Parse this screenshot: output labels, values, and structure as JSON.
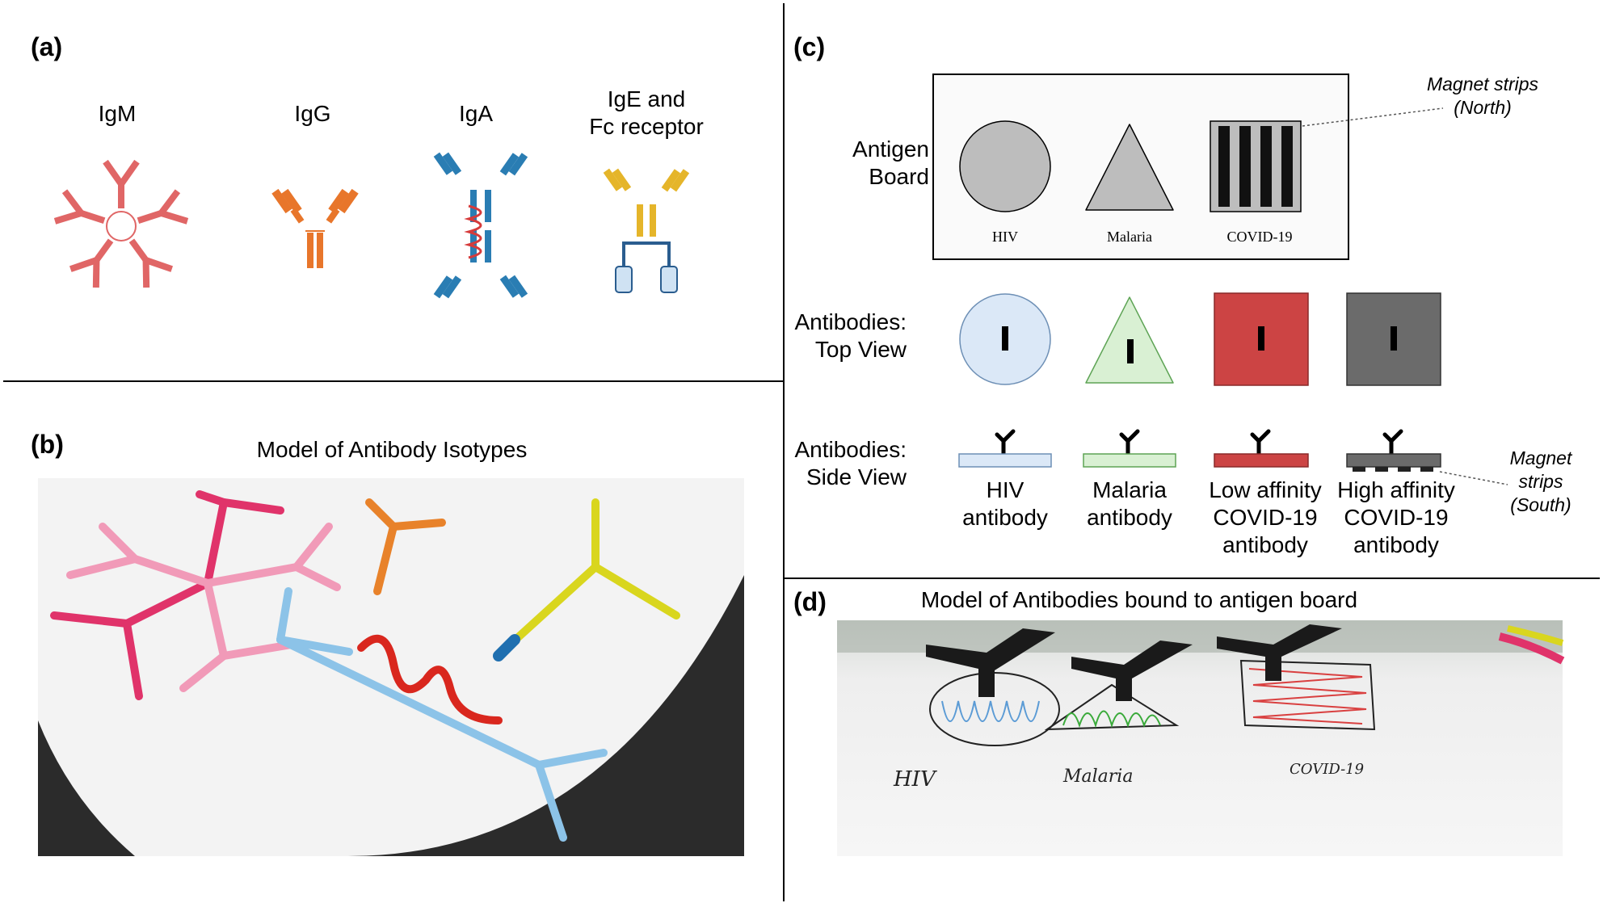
{
  "colors": {
    "igm": "#e06666",
    "igg": "#e8762b",
    "iga": "#2a7db3",
    "ige": "#e5b52a",
    "hiv": "#dbe8f7",
    "malaria": "#d9f0d3",
    "low_affinity": "#cc4444",
    "high_affinity": "#6b6b6b"
  },
  "panel_a": {
    "label": "(a)",
    "isotypes": [
      {
        "name": "IgM",
        "icon": "igm-pentamer-icon"
      },
      {
        "name": "IgG",
        "icon": "igg-monomer-icon"
      },
      {
        "name": "IgA",
        "icon": "iga-dimer-icon"
      },
      {
        "name": "IgE and\nFc receptor",
        "icon": "ige-fc-receptor-icon"
      }
    ]
  },
  "panel_b": {
    "label": "(b)",
    "title": "Model of Antibody Isotypes",
    "photo": "pipe-cleaner-antibody-models-photo"
  },
  "panel_c": {
    "label": "(c)",
    "row_antigen_board": "Antigen\nBoard",
    "row_top_view": "Antibodies:\nTop View",
    "row_side_view": "Antibodies:\nSide View",
    "antigens": [
      "HIV",
      "Malaria",
      "COVID-19"
    ],
    "magnet_north": "Magnet strips\n(North)",
    "magnet_south": "Magnet\nstrips\n(South)",
    "antibodies": [
      "HIV\nantibody",
      "Malaria\nantibody",
      "Low affinity\nCOVID-19\nantibody",
      "High affinity\nCOVID-19\nantibody"
    ]
  },
  "panel_d": {
    "label": "(d)",
    "title": "Model of Antibodies bound to antigen board",
    "handwritten": [
      "HIV",
      "Malaria",
      "COVID-19"
    ]
  }
}
